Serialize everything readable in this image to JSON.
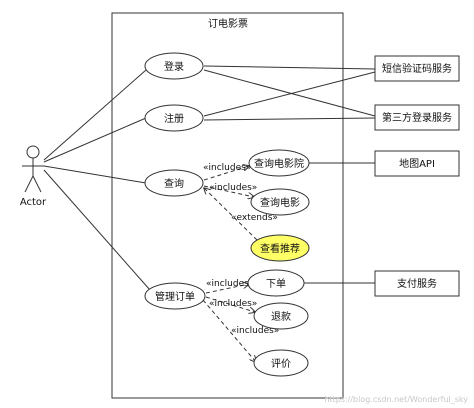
{
  "diagram": {
    "boundary_title": "订电影票",
    "actor": "Actor",
    "use_cases": {
      "login": "登录",
      "register": "注册",
      "query": "查询",
      "manage_orders": "管理订单",
      "query_cinema": "查询电影院",
      "query_movie": "查询电影",
      "view_recommend": "查看推荐",
      "place_order": "下单",
      "refund": "退款",
      "review": "评价"
    },
    "external_systems": {
      "sms": "短信验证码服务",
      "third_party_login": "第三方登录服务",
      "map_api": "地图API",
      "payment": "支付服务"
    },
    "relations": {
      "includes": "«includes»",
      "extends": "«extends»"
    },
    "colors": {
      "highlight_fill": "#ffff66",
      "line": "#333333",
      "box_fill": "#ffffff"
    },
    "watermark": "https://blog.csdn.net/Wonderful_sky"
  }
}
